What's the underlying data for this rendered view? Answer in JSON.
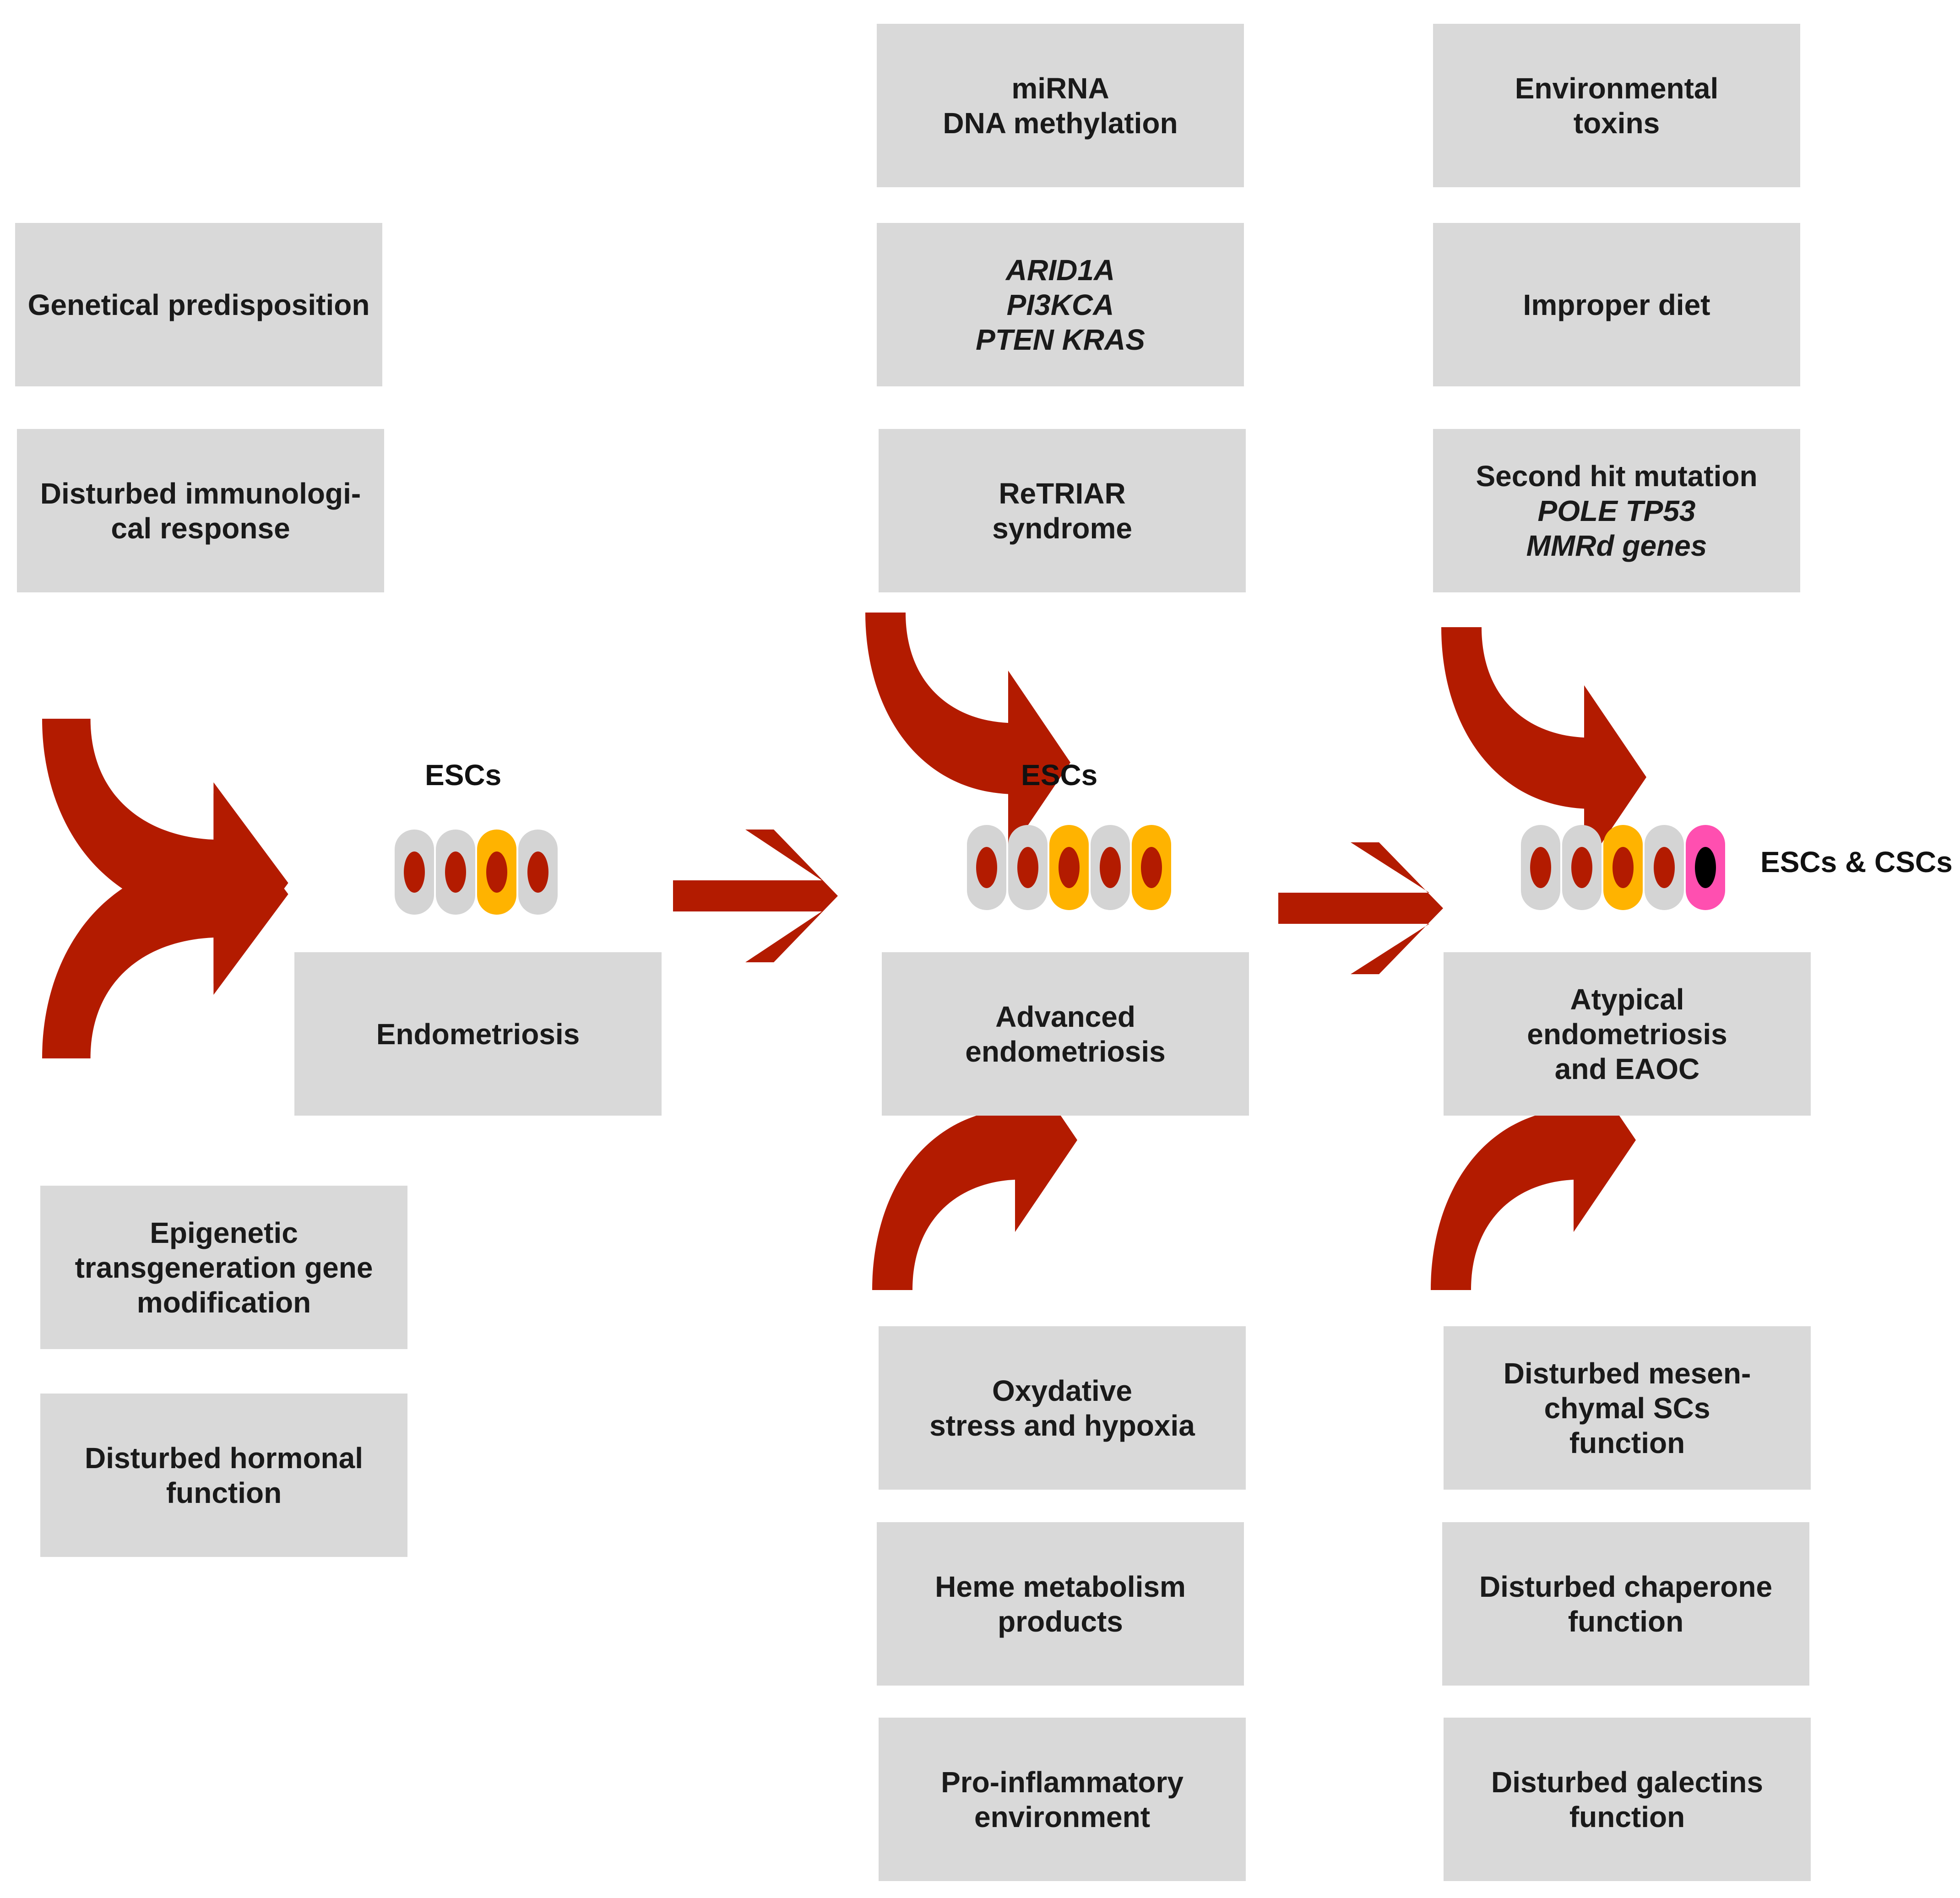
{
  "colors": {
    "box_fill": "#d9d9d9",
    "arrow": "#b31b00",
    "cell_normal": "#d4d4d4",
    "cell_yellow": "#ffb300",
    "cell_pink": "#ff4fb0",
    "nucleus": "#b31b00",
    "nucleus_csc": "#000000"
  },
  "stages": {
    "endometriosis": {
      "label": "Endometriosis",
      "cells_label": "ESCs",
      "cells": [
        "normal",
        "normal",
        "yellow",
        "normal"
      ]
    },
    "advanced": {
      "line1": "Advanced",
      "line2": "endometriosis",
      "cells_label": "ESCs",
      "cells": [
        "normal",
        "normal",
        "yellow",
        "normal",
        "yellow"
      ]
    },
    "atypical": {
      "line1": "Atypical",
      "line2": "endometriosis",
      "line3": "and EAOC",
      "cells_label": "ESCs & CSCs",
      "cells": [
        "normal",
        "normal",
        "yellow",
        "normal",
        "pink"
      ]
    }
  },
  "factors_left": {
    "genetical": "Genetical predisposition",
    "immuno_1": "Disturbed immunologi-",
    "immuno_2": "cal response",
    "epigenetic_1": "Epigenetic",
    "epigenetic_2": "transgeneration gene",
    "epigenetic_3": "modification",
    "hormonal_1": "Disturbed hormonal",
    "hormonal_2": "function"
  },
  "factors_middle_top": {
    "mirna_1": "miRNA",
    "mirna_2": "DNA methylation",
    "genes_1": "ARID1A",
    "genes_2": "PI3KCA",
    "genes_3": "PTEN KRAS",
    "retriar_1": "ReTRIAR",
    "retriar_2": "syndrome"
  },
  "factors_middle_bottom": {
    "oxy_1": "Oxydative",
    "oxy_2": "stress and hypoxia",
    "heme_1": "Heme metabolism",
    "heme_2": "products",
    "pro_1": "Pro-inflammatory",
    "pro_2": "environment"
  },
  "factors_right_top": {
    "env_1": "Environmental",
    "env_2": "toxins",
    "diet": "Improper diet",
    "second_1": "Second hit mutation",
    "second_2": "POLE TP53",
    "second_3": "MMRd genes"
  },
  "factors_right_bottom": {
    "mesen_1": "Disturbed mesen-",
    "mesen_2": "chymal SCs",
    "mesen_3": "function",
    "chaperone_1": "Disturbed chaperone",
    "chaperone_2": "function",
    "galectins_1": "Disturbed galectins",
    "galectins_2": "function"
  }
}
